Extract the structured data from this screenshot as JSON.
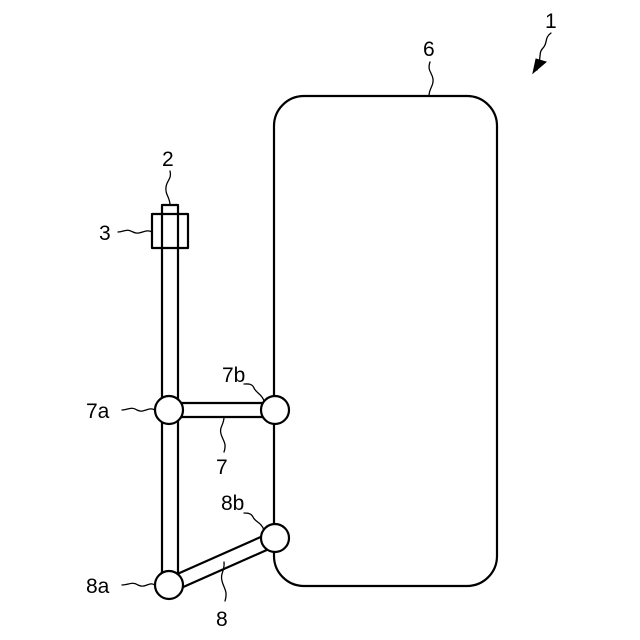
{
  "labels": {
    "ref_1": "1",
    "ref_2": "2",
    "ref_3": "3",
    "ref_6": "6",
    "ref_7": "7",
    "ref_7a": "7a",
    "ref_7b": "7b",
    "ref_8": "8",
    "ref_8a": "8a",
    "ref_8b": "8b"
  },
  "colors": {
    "stroke": "#000000",
    "fill": "#ffffff"
  }
}
